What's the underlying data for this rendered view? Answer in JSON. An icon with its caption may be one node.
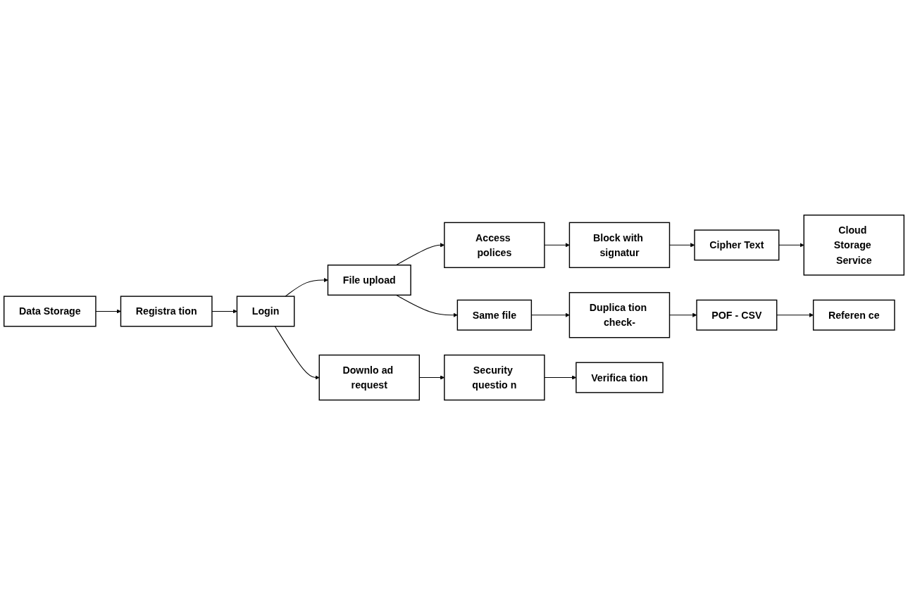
{
  "diagram": {
    "nodes": [
      {
        "text": [
          "Data Storage"
        ]
      },
      {
        "text": [
          "Registra tion"
        ]
      },
      {
        "text": [
          "Login"
        ]
      },
      {
        "text": [
          "Access polices"
        ]
      },
      {
        "text": [
          "Block with signatur"
        ]
      },
      {
        "text": [
          "Cipher Text"
        ]
      },
      {
        "text": [
          "Cloud Storage Service"
        ]
      },
      {
        "text": [
          "File upload"
        ]
      },
      {
        "text": [
          "Same file"
        ]
      },
      {
        "text": [
          "Duplica tion check-"
        ]
      },
      {
        "text": [
          "POF - CSV"
        ]
      },
      {
        "text": [
          "Referen ce"
        ]
      },
      {
        "text": [
          "Downlo ad request"
        ]
      },
      {
        "text": [
          "Security questio n"
        ]
      },
      {
        "text": [
          "Verifica tion"
        ]
      }
    ],
    "edges": [
      {
        "from": 0,
        "to": 1,
        "arrow": "to"
      },
      {
        "from": 1,
        "to": 2,
        "arrow": "to"
      },
      {
        "from": 2,
        "to": 7,
        "arrow": "to"
      },
      {
        "from": 7,
        "to": 3,
        "arrow": "to"
      },
      {
        "from": 3,
        "to": 4,
        "arrow": "to"
      },
      {
        "from": 4,
        "to": 5,
        "arrow": "to"
      },
      {
        "from": 5,
        "to": 6,
        "arrow": "to"
      },
      {
        "from": 7,
        "to": 8,
        "arrow": "to"
      },
      {
        "from": 8,
        "to": 9,
        "arrow": "to"
      },
      {
        "from": 9,
        "to": 10,
        "arrow": "to"
      },
      {
        "from": 10,
        "to": 11,
        "arrow": "to"
      },
      {
        "from": 2,
        "to": 12,
        "arrow": "to"
      },
      {
        "from": 12,
        "to": 13,
        "arrow": "to"
      },
      {
        "from": 13,
        "to": 14,
        "arrow": "to"
      }
    ]
  }
}
